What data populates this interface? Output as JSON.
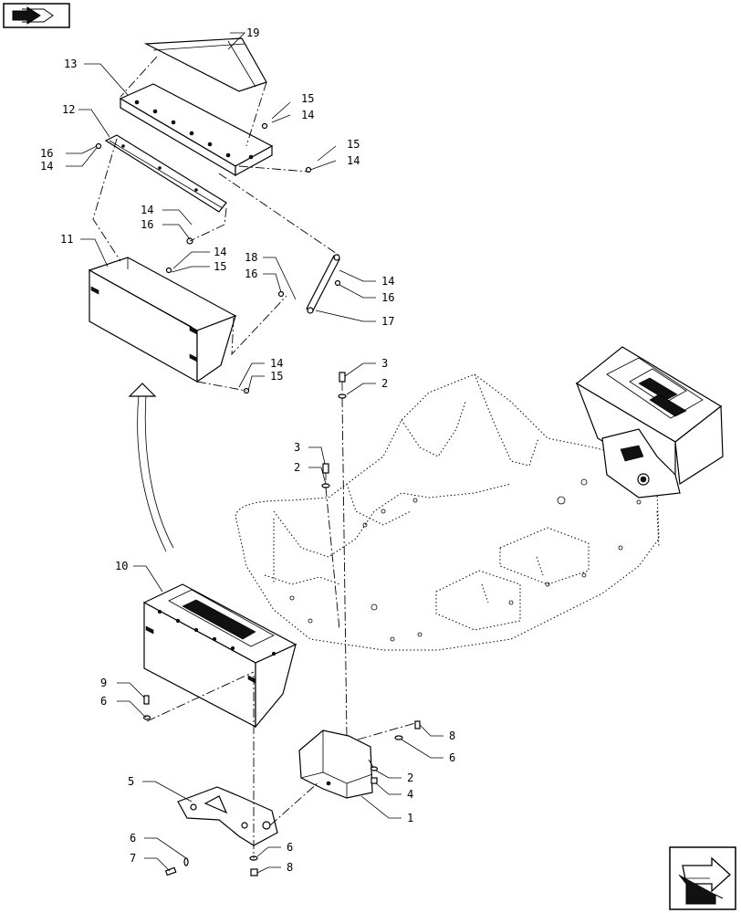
{
  "nav": {
    "back_icon": "previous-page-icon",
    "next_icon": "next-page-icon"
  },
  "diagram": {
    "callouts": {
      "c1": "1",
      "c2a": "2",
      "c2b": "2",
      "c2c": "2",
      "c3a": "3",
      "c3b": "3",
      "c4": "4",
      "c5": "5",
      "c6a": "6",
      "c6b": "6",
      "c6c": "6",
      "c6d": "6",
      "c7": "7",
      "c8a": "8",
      "c8b": "8",
      "c9": "9",
      "c10": "10",
      "c11": "11",
      "c12": "12",
      "c13": "13",
      "c14a": "14",
      "c14b": "14",
      "c14c": "14",
      "c14d": "14",
      "c14e": "14",
      "c14f": "14",
      "c14g": "14",
      "c15a": "15",
      "c15b": "15",
      "c15c": "15",
      "c15d": "15",
      "c16a": "16",
      "c16b": "16",
      "c16c": "16",
      "c16d": "16",
      "c17": "17",
      "c18": "18",
      "c19": "19"
    }
  }
}
